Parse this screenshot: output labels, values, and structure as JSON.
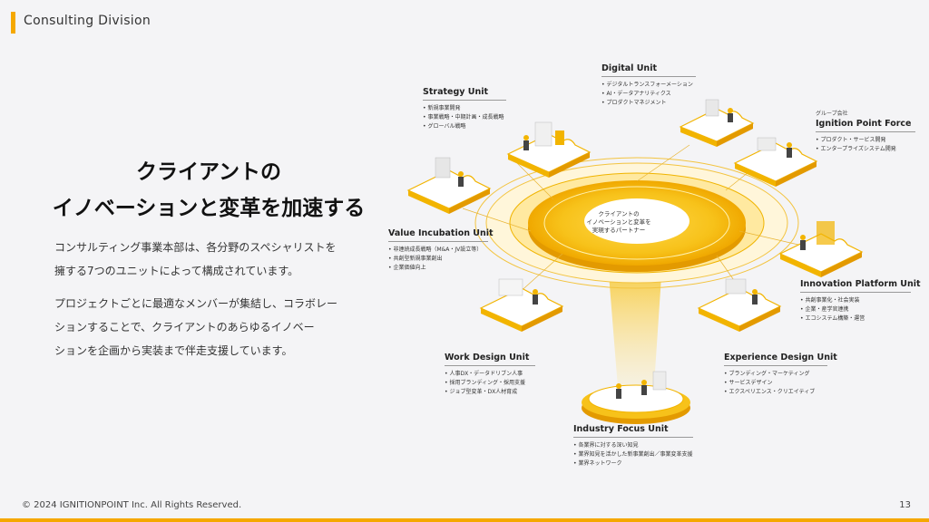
{
  "header": {
    "title": "Consulting Division"
  },
  "headline": {
    "line1": "クライアントの",
    "line2": "イノベーションと変革を加速する"
  },
  "paragraphs": [
    {
      "line1": "コンサルティング事業本部は、各分野のスペシャリストを",
      "line2": "擁する7つのユニットによって構成されています。"
    },
    {
      "line1": "プロジェクトごとに最適なメンバーが集結し、コラボレー",
      "line2": "ションすることで、クライアントのあらゆるイノベー",
      "line3": "ションを企画から実装まで伴走支援しています。"
    }
  ],
  "center": {
    "line1": "クライアントの",
    "line2": "イノベーションと変革を",
    "line3": "実現するパートナー"
  },
  "units": {
    "digital": {
      "name": "Digital Unit",
      "items": [
        "デジタルトランスフォーメーション",
        "AI・データアナリティクス",
        "プロダクトマネジメント"
      ]
    },
    "strategy": {
      "name": "Strategy Unit",
      "items": [
        "新規事業開発",
        "事業戦略・中期計画・成長戦略",
        "グローバル戦略"
      ]
    },
    "ipf": {
      "pre": "グループ会社",
      "name": "Ignition Point Force",
      "items": [
        "プロダクト・サービス開発",
        "エンタープライズシステム開発"
      ]
    },
    "value": {
      "name": "Value Incubation Unit",
      "items": [
        "非連続成長戦略（M&A・JV設立等）",
        "共創型新規事業創出",
        "企業価値向上"
      ]
    },
    "innovation": {
      "name": "Innovation Platform Unit",
      "items": [
        "共創事業化・社会実装",
        "企業・産学官連携",
        "エコシステム構築・運営"
      ]
    },
    "work": {
      "name": "Work Design Unit",
      "items": [
        "人事DX・データドリブン人事",
        "採用ブランディング・採用支援",
        "ジョブ型変革・DX人材育成"
      ]
    },
    "experience": {
      "name": "Experience Design Unit",
      "items": [
        "ブランディング・マーケティング",
        "サービスデザイン",
        "エクスペリエンス・クリエイティブ"
      ]
    },
    "industry": {
      "name": "Industry Focus Unit",
      "items": [
        "各業界に対する深い知見",
        "業界知見を活かした新事業創出／事業変革支援",
        "業界ネットワーク"
      ]
    }
  },
  "footer": {
    "copyright": "© 2024 IGNITIONPOINT Inc. All Rights Reserved.",
    "page": "13"
  },
  "colors": {
    "accent": "#f5a800",
    "puzzle": "#ffffff",
    "puzzle_edge": "#f2b400"
  }
}
